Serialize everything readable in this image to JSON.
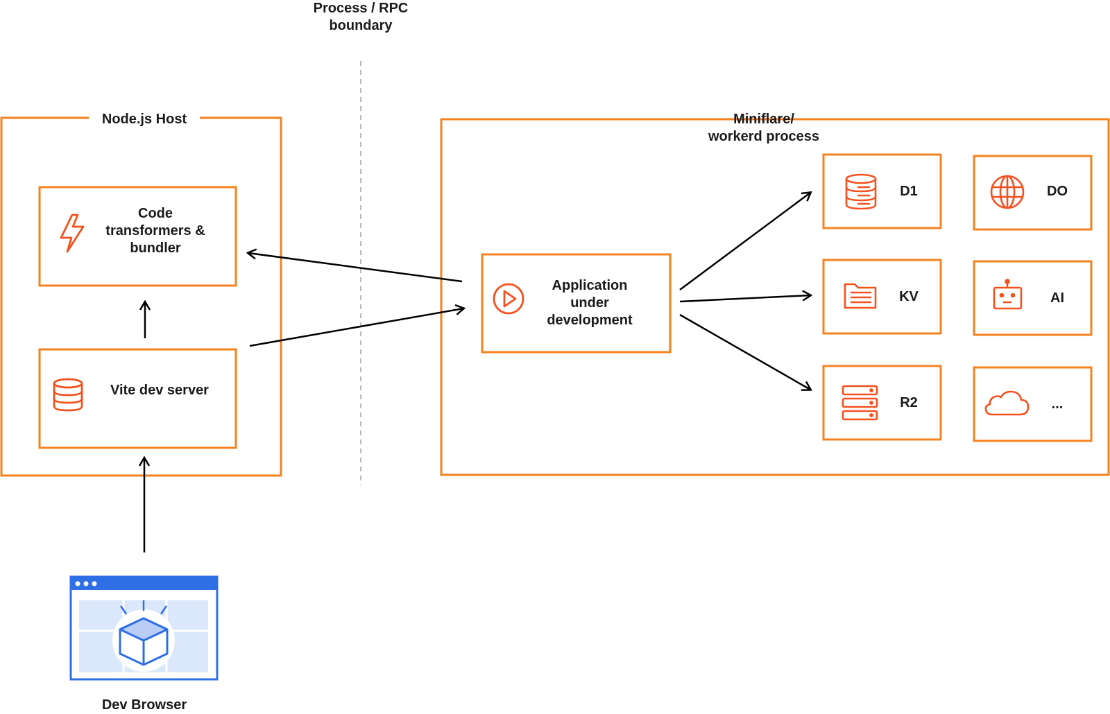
{
  "boundary_label": "Process / RPC\nboundary",
  "node_host": {
    "title": "Node.js Host",
    "code_box": "Code\ntransformers &\nbundler",
    "vite_box": "Vite dev server"
  },
  "miniflare": {
    "title": "Miniflare/\nworkerd process",
    "app_box": "Application\nunder\ndevelopment",
    "bindings": [
      {
        "label": "D1",
        "icon": "database-list-icon"
      },
      {
        "label": "DO",
        "icon": "globe-icon"
      },
      {
        "label": "KV",
        "icon": "file-list-icon"
      },
      {
        "label": "AI",
        "icon": "robot-icon"
      },
      {
        "label": "R2",
        "icon": "server-stack-icon"
      },
      {
        "label": "...",
        "icon": "cloud-icon"
      }
    ]
  },
  "browser": {
    "label": "Dev Browser",
    "icon": "browser-window-icon"
  },
  "colors": {
    "accent": "#f6821f",
    "icon_orange": "#f4511e",
    "browser_blue": "#2f6fe6",
    "browser_fill": "#dbe7fb",
    "divider": "#b8b8b8"
  }
}
